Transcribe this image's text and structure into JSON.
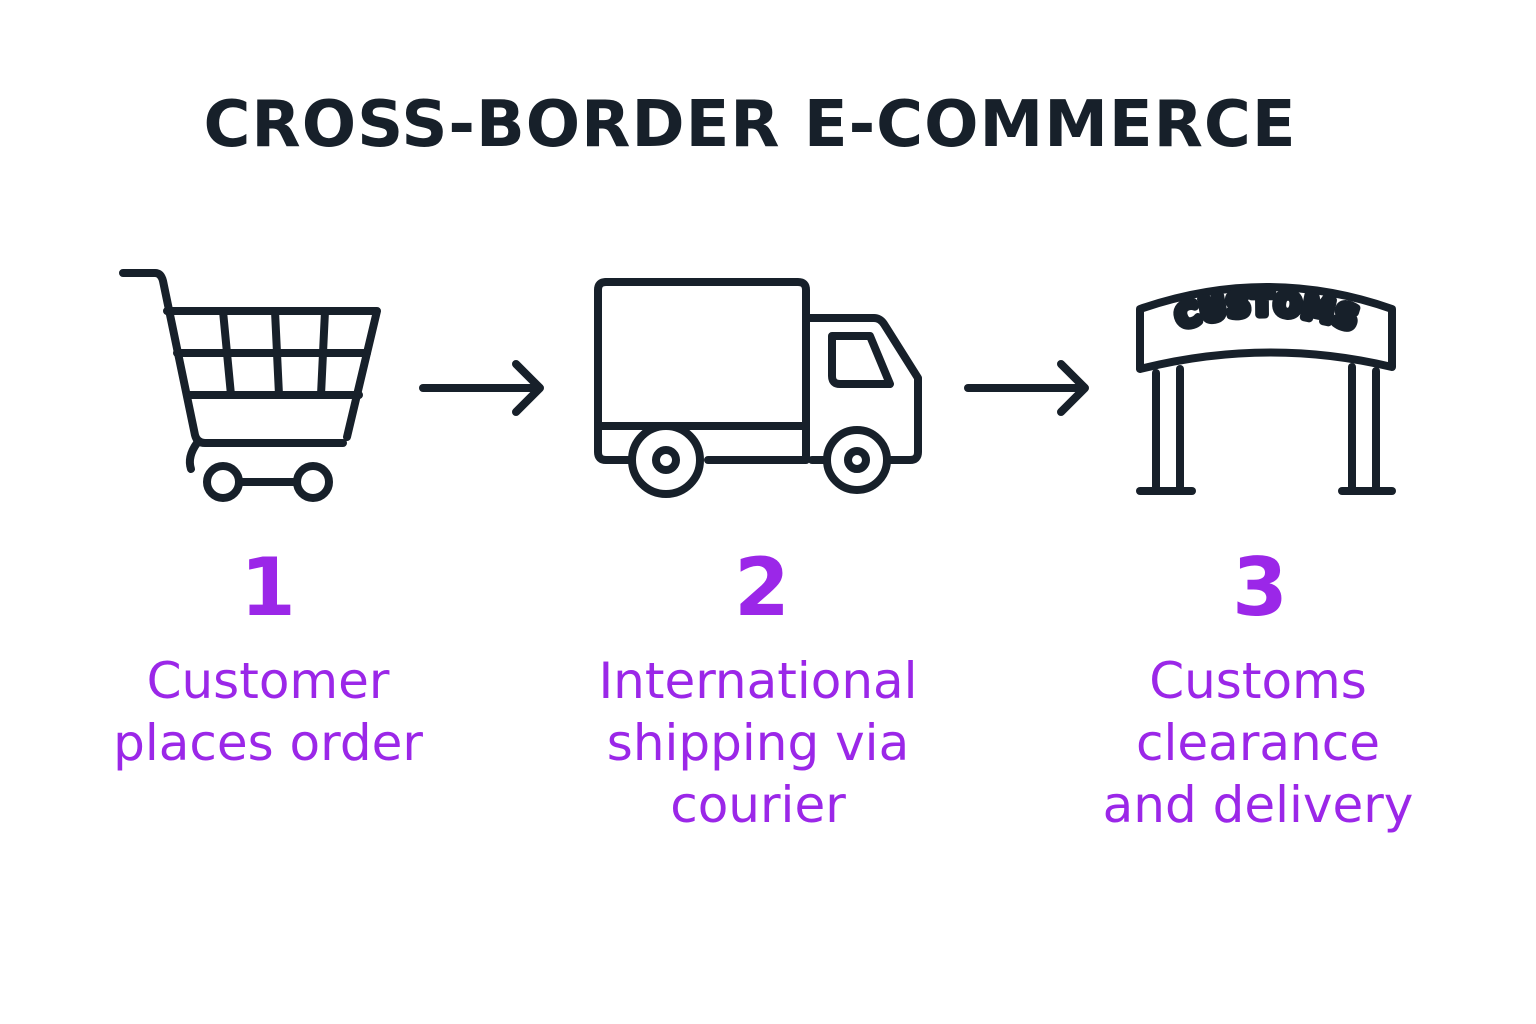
{
  "diagram": {
    "title": "CROSS-BORDER E-COMMERCE",
    "colors": {
      "text_dark": "#17202a",
      "accent_purple": "#9b27e8",
      "background": "#ffffff"
    },
    "steps": [
      {
        "number": "1",
        "icon": "shopping-cart-icon",
        "label_lines": [
          "Customer",
          "places order"
        ]
      },
      {
        "number": "2",
        "icon": "delivery-truck-icon",
        "label_lines": [
          "International",
          "shipping via",
          "courier"
        ]
      },
      {
        "number": "3",
        "icon": "customs-arch-icon",
        "icon_text": "CUSTOMS",
        "label_lines": [
          "Customs",
          "clearance",
          "and delivery"
        ]
      }
    ],
    "connectors": [
      "arrow-right-icon",
      "arrow-right-icon"
    ]
  }
}
